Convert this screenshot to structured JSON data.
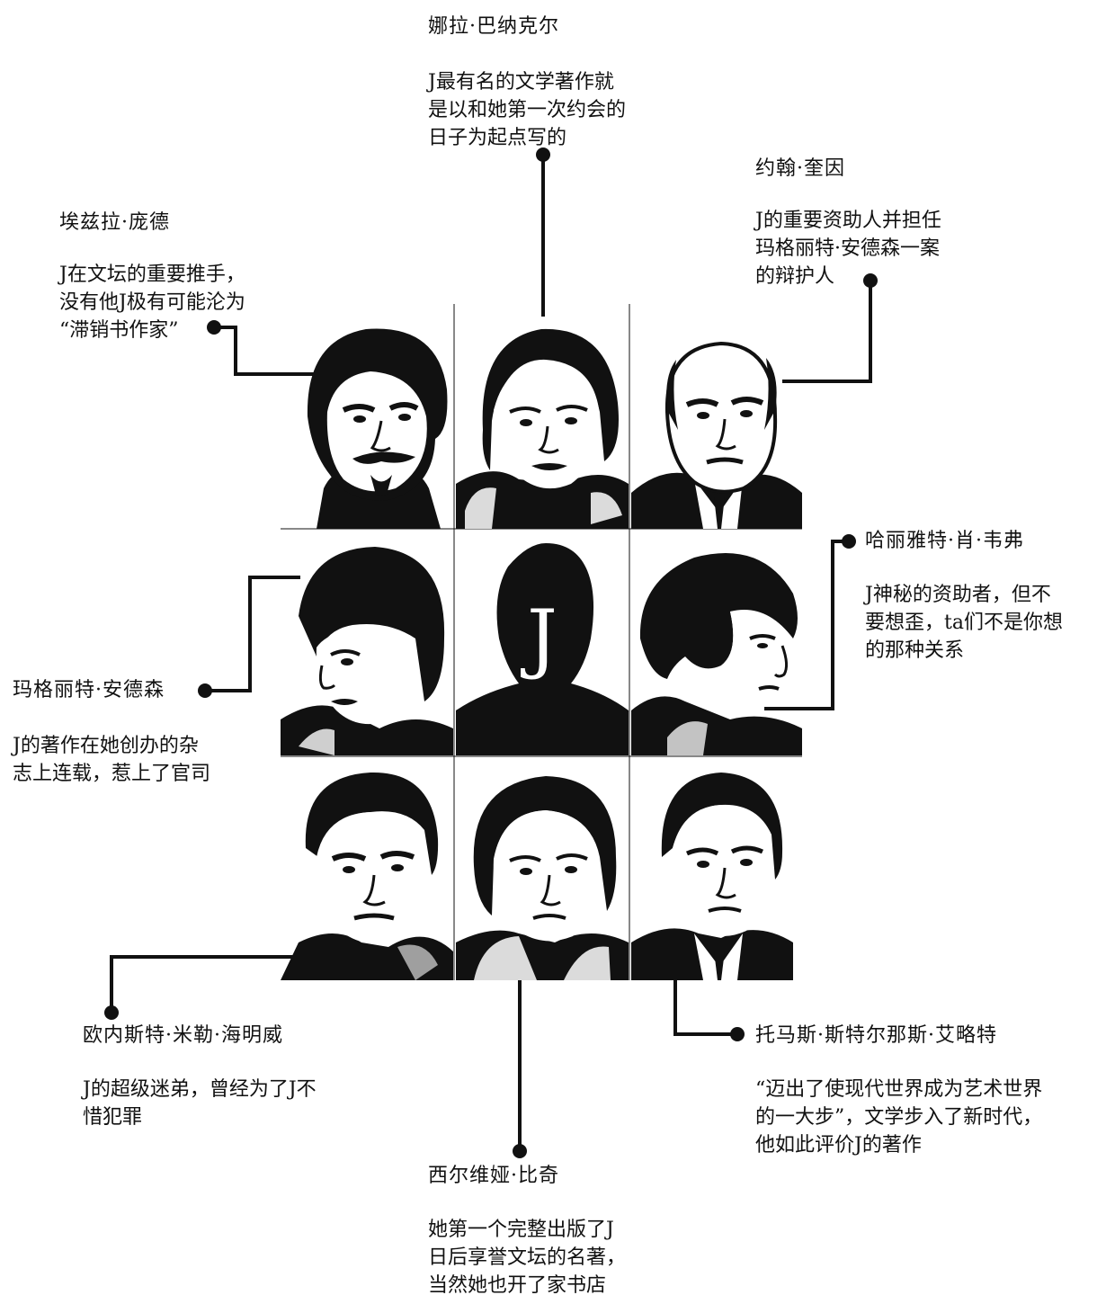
{
  "people": {
    "barnacle": {
      "name": "娜拉·巴纳克尔",
      "lines": [
        "J最有名的文学著作就",
        "是以和她第一次约会的",
        "日子为起点写的"
      ]
    },
    "quinn": {
      "name": "约翰·奎因",
      "lines": [
        "J的重要资助人并担任",
        "玛格丽特·安德森一案",
        "的辩护人"
      ]
    },
    "pound": {
      "name": "埃兹拉·庞德",
      "lines": [
        "J在文坛的重要推手，",
        "没有他J极有可能沦为",
        "“滞销书作家”"
      ]
    },
    "weaver": {
      "name": "哈丽雅特·肖·韦弗",
      "lines": [
        "J神秘的资助者，但不",
        "要想歪，ta们不是你想",
        "的那种关系"
      ]
    },
    "anderson": {
      "name": "玛格丽特·安德森",
      "lines": [
        "J的著作在她创办的杂",
        "志上连载，惹上了官司"
      ]
    },
    "hemingway": {
      "name": "欧内斯特·米勒·海明威",
      "lines": [
        "J的超级迷弟，曾经为了J不",
        "惜犯罪"
      ]
    },
    "beach": {
      "name": "西尔维娅·比奇",
      "lines": [
        "她第一个完整出版了J",
        "日后享誉文坛的名著，",
        "当然她也开了家书店"
      ]
    },
    "eliot": {
      "name": "托马斯·斯特尔那斯·艾略特",
      "lines": [
        "“迈出了使现代世界成为艺术世界",
        "的一大步”，文学步入了新时代，",
        "他如此评价J的著作"
      ]
    }
  },
  "center": {
    "letter": "J"
  },
  "colors": {
    "ink": "#111111",
    "paper": "#ffffff",
    "shade": "#2a2a2a"
  },
  "portrait_icons": [
    "pound-portrait",
    "barnacle-portrait",
    "quinn-portrait",
    "anderson-portrait",
    "j-silhouette",
    "weaver-portrait",
    "hemingway-portrait",
    "beach-portrait",
    "eliot-portrait"
  ]
}
